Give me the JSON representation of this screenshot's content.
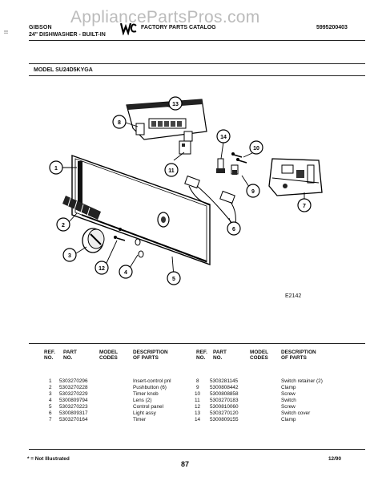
{
  "watermark": "AppliancePartsPros.com",
  "header": {
    "brand": "GIBSON",
    "product": "24\" DISHWASHER - BUILT-IN",
    "catalog": "FACTORY PARTS CATALOG",
    "doc_number": "5995200403"
  },
  "model_label": "MODEL SU24D5KYGA",
  "diagram_code": "E2142",
  "callouts": [
    "1",
    "2",
    "3",
    "4",
    "5",
    "6",
    "7",
    "8",
    "9",
    "10",
    "11",
    "12",
    "13",
    "14"
  ],
  "table": {
    "headers": {
      "ref": "REF.\nNO.",
      "part": "PART\nNO.",
      "model": "MODEL\nCODES",
      "desc": "DESCRIPTION\nOF PARTS"
    },
    "left": [
      {
        "ref": "1",
        "part": "5303270296",
        "desc": "Insert-control pnl"
      },
      {
        "ref": "2",
        "part": "5303270228",
        "desc": "Pushbutton (6)"
      },
      {
        "ref": "3",
        "part": "5303270229",
        "desc": "Timer knob"
      },
      {
        "ref": "4",
        "part": "5300809794",
        "desc": "Lens (2)"
      },
      {
        "ref": "5",
        "part": "5303270223",
        "desc": "Control panel"
      },
      {
        "ref": "6",
        "part": "5300809317",
        "desc": "Light assy"
      },
      {
        "ref": "7",
        "part": "5303270164",
        "desc": "Timer"
      }
    ],
    "right": [
      {
        "ref": "8",
        "part": "5303281145",
        "desc": "Switch retainer (2)"
      },
      {
        "ref": "9",
        "part": "5300808442",
        "desc": "Clamp"
      },
      {
        "ref": "10",
        "part": "5300808858",
        "desc": "Screw"
      },
      {
        "ref": "11",
        "part": "5303270183",
        "desc": "Switch"
      },
      {
        "ref": "12",
        "part": "5300810060",
        "desc": "Screw"
      },
      {
        "ref": "13",
        "part": "5303270120",
        "desc": "Switch cover"
      },
      {
        "ref": "14",
        "part": "5300809155",
        "desc": "Clamp"
      }
    ]
  },
  "footer": {
    "footnote": "* = Not Illustrated",
    "page": "87",
    "date": "12/90"
  }
}
